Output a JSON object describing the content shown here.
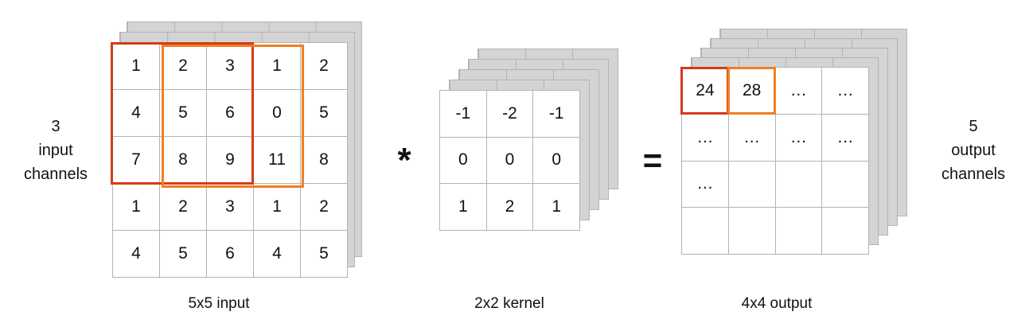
{
  "input_grid": {
    "rows": [
      [
        "1",
        "2",
        "3",
        "1",
        "2"
      ],
      [
        "4",
        "5",
        "6",
        "0",
        "5"
      ],
      [
        "7",
        "8",
        "9",
        "11",
        "8"
      ],
      [
        "1",
        "2",
        "3",
        "1",
        "2"
      ],
      [
        "4",
        "5",
        "6",
        "4",
        "5"
      ]
    ],
    "caption": "5x5 input"
  },
  "kernel_grid": {
    "rows": [
      [
        "-1",
        "-2",
        "-1"
      ],
      [
        "0",
        "0",
        "0"
      ],
      [
        "1",
        "2",
        "1"
      ]
    ],
    "caption": "2x2 kernel"
  },
  "output_grid": {
    "rows": [
      [
        "24",
        "28",
        "…",
        "…"
      ],
      [
        "…",
        "…",
        "…",
        "…"
      ],
      [
        "…",
        "",
        "",
        ""
      ],
      [
        "",
        "",
        "",
        ""
      ]
    ],
    "caption": "4x4 output"
  },
  "left_label": [
    "3",
    "input",
    "channels"
  ],
  "right_label": [
    "5",
    "output",
    "channels"
  ],
  "operators": {
    "convolve": "*",
    "equals": "="
  },
  "colors": {
    "highlight_red": "#d43a1a",
    "highlight_orange": "#f07f22",
    "stack_fill": "#d4d4d4",
    "grid_line": "#b3b3b3"
  }
}
